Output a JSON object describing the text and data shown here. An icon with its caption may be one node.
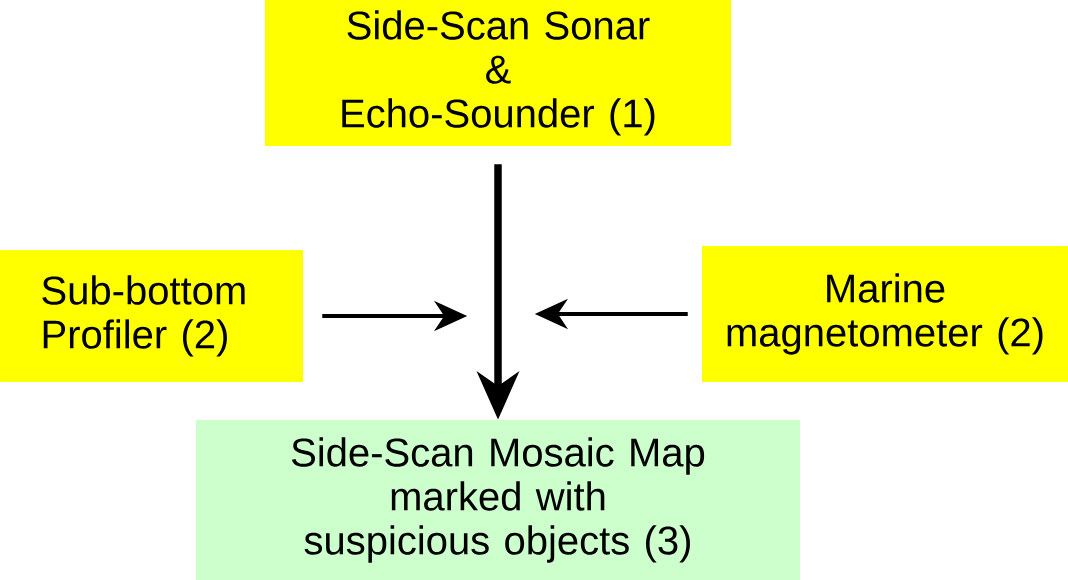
{
  "diagram": {
    "nodes": [
      {
        "text": [
          "Side-Scan Sonar & Echo-Sounder (1)"
        ]
      },
      {
        "text": [
          "Sub-bottom Profiler (2)"
        ]
      },
      {
        "text": [
          "Marine magnetometer (2)"
        ]
      },
      {
        "text": [
          "Side-Scan Mosaic Map marked with suspicious objects (3)"
        ]
      }
    ],
    "edges": [
      {
        "from": 0,
        "to": 3,
        "arrow": "to",
        "style": "thick"
      },
      {
        "from": 1,
        "to": null,
        "arrow": "to"
      },
      {
        "from": 2,
        "to": null,
        "arrow": "to"
      }
    ]
  }
}
